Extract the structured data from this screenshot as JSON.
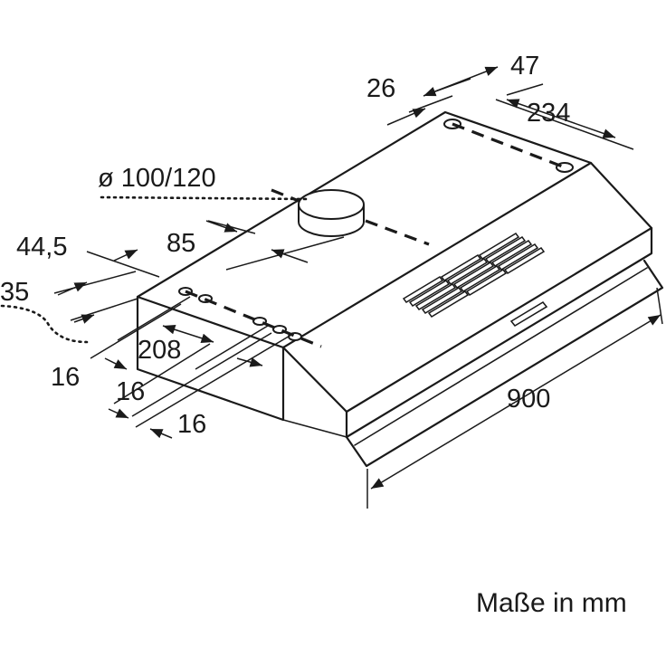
{
  "dimensions": {
    "d26": "26",
    "d47": "47",
    "d234": "234",
    "diameter": "ø 100/120",
    "d85": "85",
    "d44_5": "44,5",
    "d35": "35",
    "d208": "208",
    "d16_a": "16",
    "d16_b": "16",
    "d16_c": "16",
    "d900": "900"
  },
  "caption": "Maße in mm",
  "colors": {
    "line": "#1a1a1a",
    "background": "#ffffff"
  }
}
